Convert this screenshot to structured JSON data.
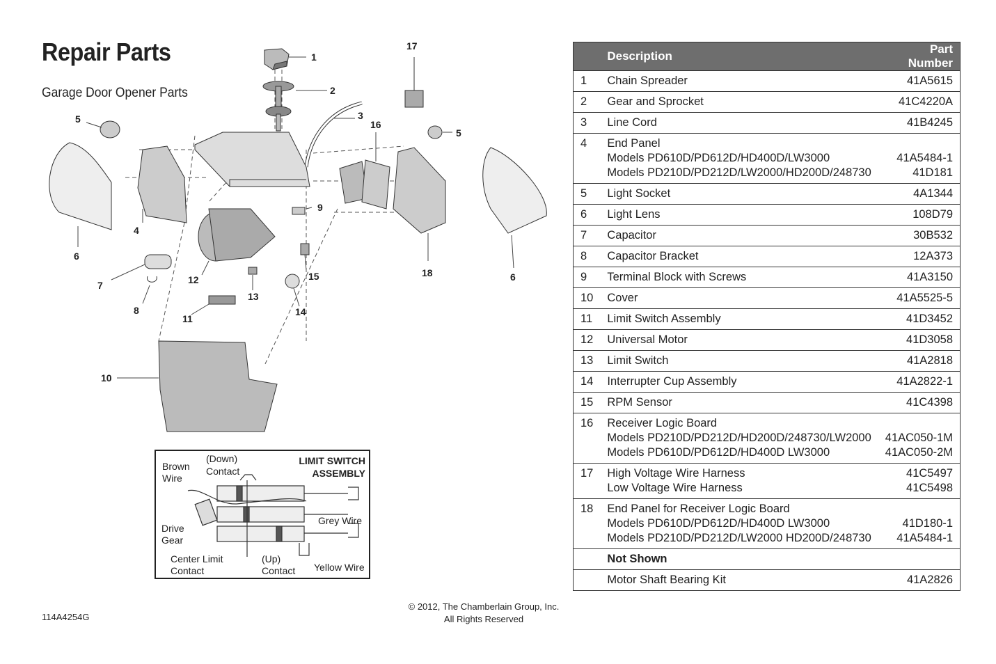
{
  "header": {
    "title": "Repair Parts",
    "subtitle": "Garage Door Opener Parts"
  },
  "callouts": [
    "1",
    "2",
    "3",
    "4",
    "5",
    "5",
    "6",
    "6",
    "7",
    "8",
    "9",
    "10",
    "11",
    "12",
    "13",
    "14",
    "15",
    "16",
    "17",
    "18"
  ],
  "limit_switch": {
    "title_line1": "LIMIT SWITCH",
    "title_line2": "ASSEMBLY",
    "brown_wire_1": "Brown",
    "brown_wire_2": "Wire",
    "down_contact_1": "(Down)",
    "down_contact_2": "Contact",
    "drive_gear_1": "Drive",
    "drive_gear_2": "Gear",
    "grey_wire": "Grey Wire",
    "center_limit_1": "Center Limit",
    "center_limit_2": "Contact",
    "up_contact_1": "(Up)",
    "up_contact_2": "Contact",
    "yellow_wire": "Yellow Wire"
  },
  "footer": {
    "doc_code": "114A4254G",
    "copyright_1": "© 2012, The Chamberlain Group, Inc.",
    "copyright_2": "All Rights Reserved"
  },
  "table": {
    "col_description": "Description",
    "col_part_number": "Part Number",
    "rows": [
      {
        "num": "1",
        "desc": [
          "Chain Spreader"
        ],
        "pn": [
          "41A5615"
        ]
      },
      {
        "num": "2",
        "desc": [
          "Gear and Sprocket"
        ],
        "pn": [
          "41C4220A"
        ]
      },
      {
        "num": "3",
        "desc": [
          "Line Cord"
        ],
        "pn": [
          "41B4245"
        ]
      },
      {
        "num": "4",
        "desc": [
          "End Panel",
          "Models PD610D/PD612D/HD400D/LW3000",
          "Models PD210D/PD212D/LW2000/HD200D/248730"
        ],
        "pn": [
          "",
          "41A5484-1",
          "41D181"
        ]
      },
      {
        "num": "5",
        "desc": [
          "Light Socket"
        ],
        "pn": [
          "4A1344"
        ]
      },
      {
        "num": "6",
        "desc": [
          "Light Lens"
        ],
        "pn": [
          "108D79"
        ]
      },
      {
        "num": "7",
        "desc": [
          "Capacitor"
        ],
        "pn": [
          "30B532"
        ]
      },
      {
        "num": "8",
        "desc": [
          "Capacitor Bracket"
        ],
        "pn": [
          "12A373"
        ]
      },
      {
        "num": "9",
        "desc": [
          "Terminal Block with Screws"
        ],
        "pn": [
          "41A3150"
        ]
      },
      {
        "num": "10",
        "desc": [
          "Cover"
        ],
        "pn": [
          "41A5525-5"
        ]
      },
      {
        "num": "11",
        "desc": [
          "Limit Switch Assembly"
        ],
        "pn": [
          "41D3452"
        ]
      },
      {
        "num": "12",
        "desc": [
          "Universal Motor"
        ],
        "pn": [
          "41D3058"
        ]
      },
      {
        "num": "13",
        "desc": [
          "Limit Switch"
        ],
        "pn": [
          "41A2818"
        ]
      },
      {
        "num": "14",
        "desc": [
          "Interrupter Cup Assembly"
        ],
        "pn": [
          "41A2822-1"
        ]
      },
      {
        "num": "15",
        "desc": [
          "RPM Sensor"
        ],
        "pn": [
          "41C4398"
        ]
      },
      {
        "num": "16",
        "desc": [
          "Receiver Logic Board",
          "Models PD210D/PD212D/HD200D/248730/LW2000",
          "Models PD610D/PD612D/HD400D LW3000"
        ],
        "pn": [
          "",
          "41AC050-1M",
          "41AC050-2M"
        ]
      },
      {
        "num": "17",
        "desc": [
          "High Voltage Wire Harness",
          "Low Voltage Wire Harness"
        ],
        "pn": [
          "41C5497",
          "41C5498"
        ]
      },
      {
        "num": "18",
        "desc": [
          "End Panel for Receiver Logic Board",
          "Models PD610D/PD612D/HD400D LW3000",
          "Models PD210D/PD212D/LW2000 HD200D/248730"
        ],
        "pn": [
          "",
          "41D180-1",
          "41A5484-1"
        ]
      }
    ],
    "not_shown_label": "Not Shown",
    "extra_rows": [
      {
        "num": "",
        "desc": [
          "Motor Shaft Bearing Kit"
        ],
        "pn": [
          "41A2826"
        ]
      }
    ]
  }
}
